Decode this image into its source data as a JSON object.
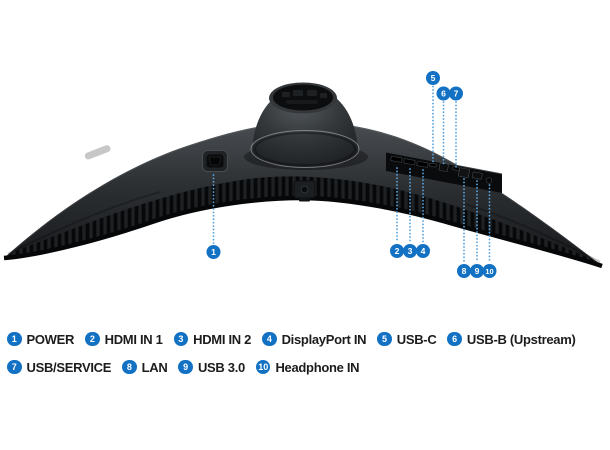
{
  "colors": {
    "badge_blue": "#1371c4",
    "dotted_line_blue": "#58a3dd",
    "legend_text": "#1c1c1c",
    "background": "#ffffff"
  },
  "callouts": [
    "1",
    "2",
    "3",
    "4",
    "5",
    "6",
    "7",
    "8",
    "9",
    "10"
  ],
  "legend": {
    "rows": [
      {
        "items": [
          {
            "number": "1",
            "label": "POWER"
          },
          {
            "number": "2",
            "label": "HDMI IN 1"
          },
          {
            "number": "3",
            "label": "HDMI IN 2"
          },
          {
            "number": "4",
            "label": "DisplayPort IN"
          },
          {
            "number": "5",
            "label": "USB-C"
          },
          {
            "number": "6",
            "label": "USB-B (Upstream)"
          }
        ]
      },
      {
        "items": [
          {
            "number": "7",
            "label": "USB/SERVICE"
          },
          {
            "number": "8",
            "label": "LAN"
          },
          {
            "number": "9",
            "label": "USB 3.0"
          },
          {
            "number": "10",
            "label": "Headphone IN"
          }
        ]
      }
    ]
  }
}
